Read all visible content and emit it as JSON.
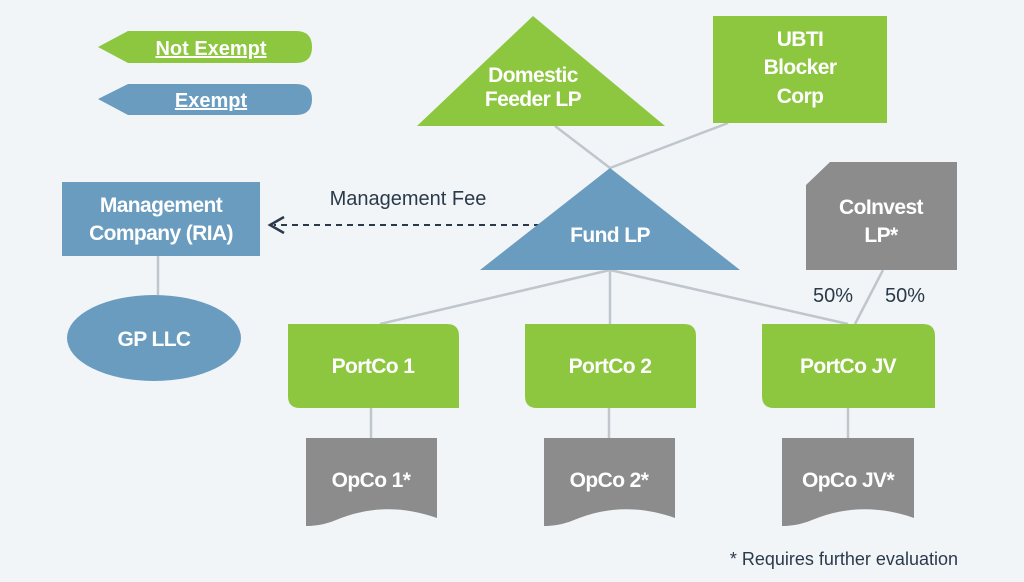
{
  "colors": {
    "green": "#8dc63f",
    "blue": "#6a9cc0",
    "gray": "#8c8c8c",
    "connector": "#bfc6cc",
    "background": "#f1f5f8",
    "text_dark": "#2b3a4a"
  },
  "legend": {
    "not_exempt": "Not Exempt",
    "exempt": "Exempt"
  },
  "nodes": {
    "domestic_feeder": [
      "Domestic",
      "Feeder LP"
    ],
    "ubti_blocker": [
      "UBTI",
      "Blocker",
      "Corp"
    ],
    "management_company": [
      "Management",
      "Company (RIA)"
    ],
    "gp_llc": "GP LLC",
    "fund_lp": "Fund LP",
    "coinvest": [
      "CoInvest",
      "LP*"
    ],
    "portco1": "PortCo 1",
    "portco2": "PortCo 2",
    "portco_jv": "PortCo JV",
    "opco1": "OpCo 1*",
    "opco2": "OpCo 2*",
    "opco_jv": "OpCo JV*"
  },
  "edge_labels": {
    "management_fee": "Management Fee",
    "jv_fund_share": "50%",
    "jv_coinvest_share": "50%"
  },
  "footnote": "* Requires further evaluation"
}
